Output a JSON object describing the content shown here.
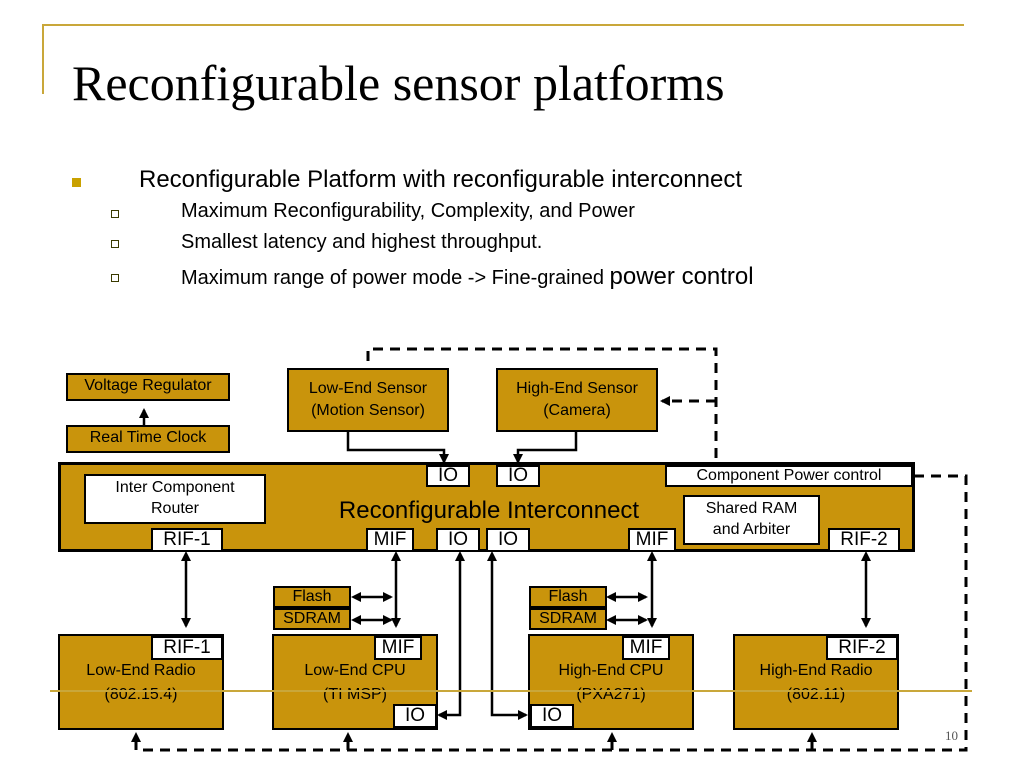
{
  "slide": {
    "title": "Reconfigurable sensor platforms",
    "page_number": "10"
  },
  "bullets": {
    "main": "Reconfigurable Platform with reconfigurable interconnect",
    "sub": [
      {
        "text": "Maximum Reconfigurability, Complexity, and Power",
        "suffix": ""
      },
      {
        "text": "Smallest latency and highest throughput.",
        "suffix": ""
      },
      {
        "text": "Maximum range of power mode -> Fine-grained ",
        "suffix": "power control"
      }
    ]
  },
  "diagram": {
    "voltage_regulator": "Voltage Regulator",
    "real_time_clock": "Real Time Clock",
    "low_end_sensor": {
      "line1": "Low-End Sensor",
      "line2": "(Motion Sensor)"
    },
    "high_end_sensor": {
      "line1": "High-End Sensor",
      "line2": "(Camera)"
    },
    "interconnect": "Reconfigurable Interconnect",
    "inter_component_router": {
      "line1": "Inter Component",
      "line2": "Router"
    },
    "shared_ram": {
      "line1": "Shared RAM",
      "line2": "and Arbiter"
    },
    "component_power_control": "Component Power control",
    "ports": {
      "io": "IO",
      "mif": "MIF",
      "rif1": "RIF-1",
      "rif2": "RIF-2"
    },
    "flash": "Flash",
    "sdram": "SDRAM",
    "low_end_radio": {
      "line1": "Low-End Radio",
      "line2": "(802.15.4)"
    },
    "low_end_cpu": {
      "line1": "Low-End CPU",
      "line2": "(TI MSP)"
    },
    "high_end_cpu": {
      "line1": "High-End CPU",
      "line2": "(PXA271)"
    },
    "high_end_radio": {
      "line1": "High-End Radio",
      "line2": "(802.11)"
    }
  }
}
